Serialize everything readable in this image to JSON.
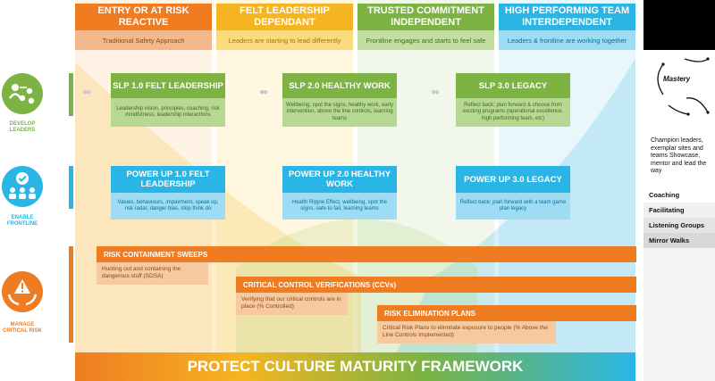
{
  "colors": {
    "orange": "#f07c22",
    "yellow": "#f5b521",
    "green": "#7cb342",
    "blue": "#29b6e6",
    "black": "#000000"
  },
  "headers": [
    {
      "title": "ENTRY OR AT RISK REACTIVE",
      "subtitle": "Traditional Safety Approach"
    },
    {
      "title": "FELT LEADERSHIP DEPENDANT",
      "subtitle": "Leaders are starting to lead differently"
    },
    {
      "title": "TRUSTED COMMITMENT INDEPENDENT",
      "subtitle": "Frontline engages and starts to feel safe"
    },
    {
      "title": "HIGH PERFORMING TEAM INTERDEPENDENT",
      "subtitle": "Leaders & frontline are working together"
    }
  ],
  "side": [
    {
      "label": "DEVELOP LEADERS",
      "icon": "leader-group-icon"
    },
    {
      "label": "ENABLE FRONTLINE",
      "icon": "team-check-icon"
    },
    {
      "label": "MANAGE CRITICAL RISK",
      "icon": "hands-alert-icon"
    }
  ],
  "slp": [
    {
      "title": "SLP 1.0 FELT LEADERSHIP",
      "body": "Leadership vision, principles, coaching, risk mindfulness, leadership interactions"
    },
    {
      "title": "SLP 2.0 HEALTHY WORK",
      "body": "Wellbeing, spot the signs, healthy work, early intervention, above the line controls, learning teams"
    },
    {
      "title": "SLP 3.0 LEGACY",
      "body": "Reflect back; plan forward & choose from existing programs (operational excellence, high performing team, etc)"
    }
  ],
  "powerup": [
    {
      "title": "POWER UP 1.0 FELT LEADERSHIP",
      "body": "Values, behaviours, impairment, speak up, risk radar, danger bias, stop think do"
    },
    {
      "title": "POWER UP 2.0 HEALTHY WORK",
      "body": "Health Ripple Effect, wellbeing, spot the signs, safe to fail, learning teams"
    },
    {
      "title": "POWER UP 3.0 LEGACY",
      "body": "Reflect back; plan forward with a team game plan legacy"
    }
  ],
  "risk": [
    {
      "title": "RISK CONTAINMENT SWEEPS",
      "body": "Hunting out and containing the dangerous stuff (SDSA)"
    },
    {
      "title": "CRITICAL CONTROL VERIFICATIONS (CCVs)",
      "body": "Verifying that our critical controls are in place (% Controlled)"
    },
    {
      "title": "RISK ELIMINATION PLANS",
      "body": "Critical Risk Plans to eliminate exposure to people (% Above the Line Controls Implemented)"
    }
  ],
  "right": {
    "mastery": "Mastery",
    "description": "Champion leaders, exemplar sites and teams Showcase, mentor and lead the way",
    "activities": [
      "Coaching",
      "Facilitating",
      "Listening Groups",
      "Mirror Walks"
    ]
  },
  "footer": "PROTECT CULTURE MATURITY FRAMEWORK"
}
